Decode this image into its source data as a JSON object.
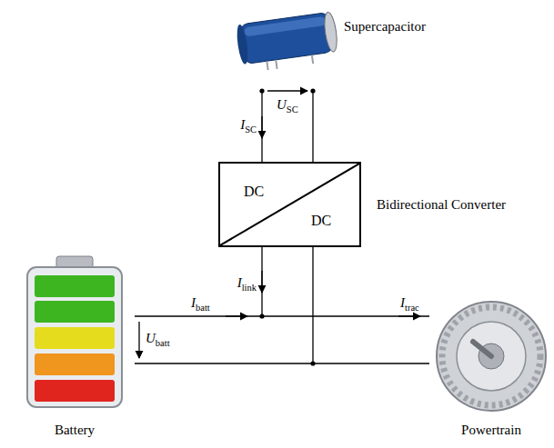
{
  "diagram": {
    "nodes": [
      {
        "text": [
          "DC",
          "DC",
          "Bidirectional Converter"
        ]
      }
    ],
    "labels": [
      "Supercapacitor",
      "USC",
      "ISC",
      "Ilink",
      "Ibatt",
      "Itrac",
      "Ubatt",
      "Battery",
      "Powertrain"
    ]
  }
}
